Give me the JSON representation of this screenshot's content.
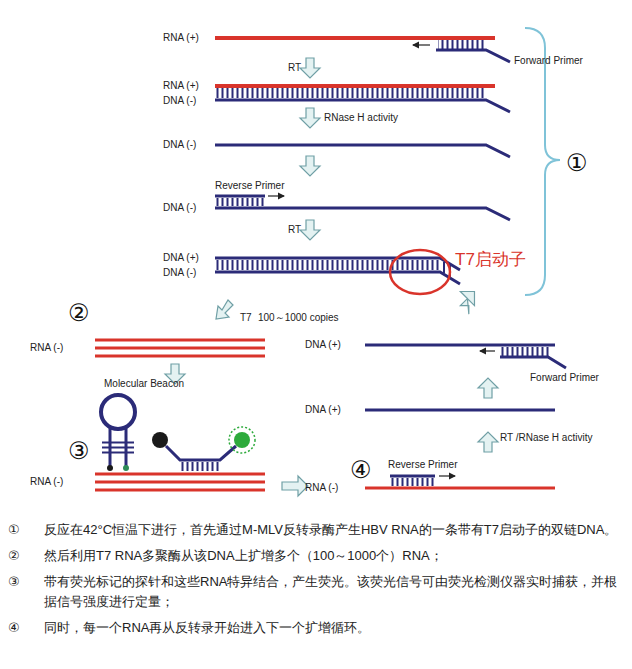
{
  "diagram": {
    "labels": [
      "RNA (+)",
      "Forward Primer",
      "RT",
      "RNA (+)",
      "DNA (-)",
      "RNase H activity",
      "DNA (-)",
      "Reverse Primer",
      "DNA (-)",
      "RT",
      "DNA (+)",
      "DNA (-)",
      "T7启动子",
      "①",
      "②",
      "T7",
      "100～1000 copies",
      "RNA (-)",
      "Molecular Beacon",
      "③",
      "RNA (-)",
      "④",
      "DNA (+)",
      "Forward Primer",
      "DNA (+)",
      "RT /RNase H activity",
      "Reverse Primer",
      "RNA (-)",
      "①",
      "反应在42°C恒温下进行，首先通过M-MLV反转录酶产生HBV RNA的一条带有T7启动子的双链DNA。",
      "②",
      "然后利用T7 RNA多聚酶从该DNA上扩增多个（100～1000个）RNA；",
      "③",
      "带有荧光标记的探针和这些RNA特异结合，产生荧光。该荧光信号可由荧光检测仪器实时捕获，并根据信号强度进行定量；",
      "④",
      "同时，每一个RNA再从反转录开始进入下一个扩增循环。"
    ]
  }
}
